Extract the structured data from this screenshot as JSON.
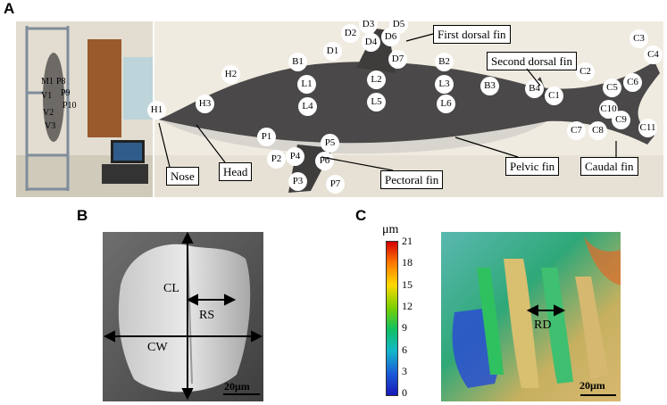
{
  "panels": {
    "a": "A",
    "b": "B",
    "c": "C"
  },
  "panel_a": {
    "rig_points": [
      "M1",
      "P8",
      "V1",
      "P9",
      "P10",
      "V2",
      "V3"
    ],
    "shark_points": [
      "H1",
      "H2",
      "H3",
      "D1",
      "D2",
      "D3",
      "D4",
      "D5",
      "D6",
      "D7",
      "B1",
      "B2",
      "B3",
      "B4",
      "L1",
      "L2",
      "L3",
      "L4",
      "L5",
      "L6",
      "P1",
      "P2",
      "P3",
      "P4",
      "P5",
      "P6",
      "P7",
      "C1",
      "C2",
      "C3",
      "C4",
      "C5",
      "C6",
      "C7",
      "C8",
      "C9",
      "C10",
      "C11"
    ],
    "callouts": {
      "first_dorsal": "First dorsal fin",
      "second_dorsal": "Second dorsal fin",
      "nose": "Nose",
      "head": "Head",
      "pectoral": "Pectoral fin",
      "pelvic": "Pelvic fin",
      "caudal": "Caudal fin"
    }
  },
  "panel_b": {
    "cl": "CL",
    "rs": "RS",
    "cw": "CW",
    "scale": "20μm"
  },
  "panel_c": {
    "unit": "μm",
    "colorbar_ticks": [
      "21",
      "18",
      "15",
      "12",
      "9",
      "6",
      "3",
      "0"
    ],
    "colorbar_range": [
      0,
      21
    ],
    "colors": [
      "#d40000",
      "#ff7a00",
      "#ffd800",
      "#7ad000",
      "#10c060",
      "#12b8c8",
      "#1a5ad8",
      "#1818b8"
    ],
    "rd": "RD",
    "scale": "20μm"
  }
}
